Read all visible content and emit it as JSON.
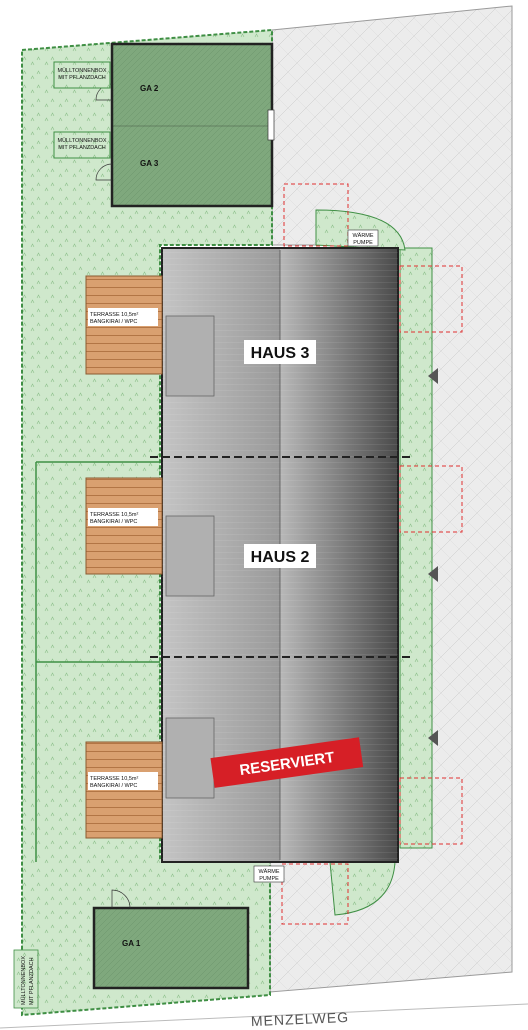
{
  "plan": {
    "street": "MENZELWEG",
    "houses": [
      {
        "label": "HAUS 3"
      },
      {
        "label": "HAUS 2"
      }
    ],
    "reserved_badge": "RESERVIERT",
    "garages": [
      "GA 2",
      "GA 3",
      "GA 1"
    ],
    "bin_box_line1": "MÜLLTONNENBOX",
    "bin_box_line2": "MIT PFLANZDACH",
    "terrace_line1": "TERRASSE 10,5m²",
    "terrace_line2": "BANGKIRAI / WPC",
    "heat_pump_line1": "WÄRME",
    "heat_pump_line2": "PUMPE",
    "side_label_left": "MÜLLTONNENBOX",
    "side_label_right": "MIT PFLANZDACH"
  },
  "colors": {
    "lawn": "#cfe8cc",
    "lawn_border": "#3f8f44",
    "garage": "#7fa87d",
    "terrace": "#d9a070",
    "paving": "#e9e9e9",
    "reserved": "#d61f26",
    "dashed_red": "#e03030"
  }
}
